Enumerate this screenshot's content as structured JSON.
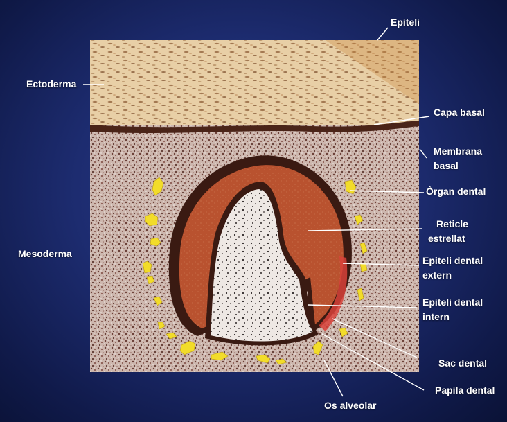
{
  "colors": {
    "background": "#1d2c70",
    "epithelium": "#e6caa0",
    "basal_layer": "#4a2418",
    "mesoderm": "#c9b0a6",
    "organ_dental": "#b8512f",
    "organ_border": "#3a1a12",
    "papilla": "#ece6e2",
    "bone": "#f2dc2a",
    "label_text": "#ffffff"
  },
  "labels": {
    "epiteli": "Epiteli",
    "ectoderma": "Ectoderma",
    "capa_basal": "Capa basal",
    "membrana_basal": [
      "Membrana",
      "basal"
    ],
    "organ_dental": "Òrgan dental",
    "reticle_estrellat": [
      "Reticle",
      "estrellat"
    ],
    "mesoderma": "Mesoderma",
    "epiteli_dental_extern": [
      "Epiteli dental",
      "extern"
    ],
    "epiteli_dental_intern": [
      "Epiteli dental",
      "intern"
    ],
    "sac_dental": "Sac dental",
    "papila_dental": "Papila dental",
    "os_alveolar": "Os alveolar"
  }
}
